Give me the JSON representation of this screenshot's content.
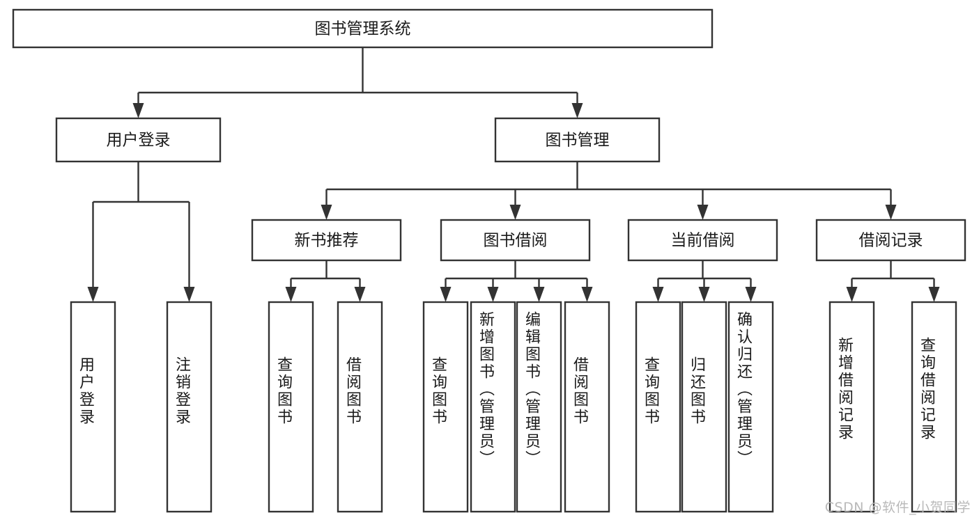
{
  "diagram": {
    "title": "图书管理系统",
    "watermark": "CSDN @软件_小贺同学",
    "colors": {
      "stroke": "#333333",
      "fill": "#ffffff",
      "text": "#1a1a1a",
      "watermark": "#b9b9b9"
    },
    "levels": {
      "root": {
        "label": "图书管理系统"
      },
      "level2": [
        {
          "label": "用户登录"
        },
        {
          "label": "图书管理"
        }
      ],
      "level3": [
        {
          "label": "新书推荐"
        },
        {
          "label": "图书借阅"
        },
        {
          "label": "当前借阅"
        },
        {
          "label": "借阅记录"
        }
      ]
    },
    "leaves": {
      "user_login": [
        {
          "label": "用户登录"
        },
        {
          "label": "注销登录"
        }
      ],
      "new_book_recommend": [
        {
          "label": "查询图书"
        },
        {
          "label": "借阅图书"
        }
      ],
      "book_borrow": [
        {
          "label": "查询图书"
        },
        {
          "label": "新增图书（管理员）"
        },
        {
          "label": "编辑图书（管理员）"
        },
        {
          "label": "借阅图书"
        }
      ],
      "current_borrow": [
        {
          "label": "查询图书"
        },
        {
          "label": "归还图书"
        },
        {
          "label": "确认归还（管理员）"
        }
      ],
      "borrow_record": [
        {
          "label": "新增借阅记录"
        },
        {
          "label": "查询借阅记录"
        }
      ]
    }
  }
}
